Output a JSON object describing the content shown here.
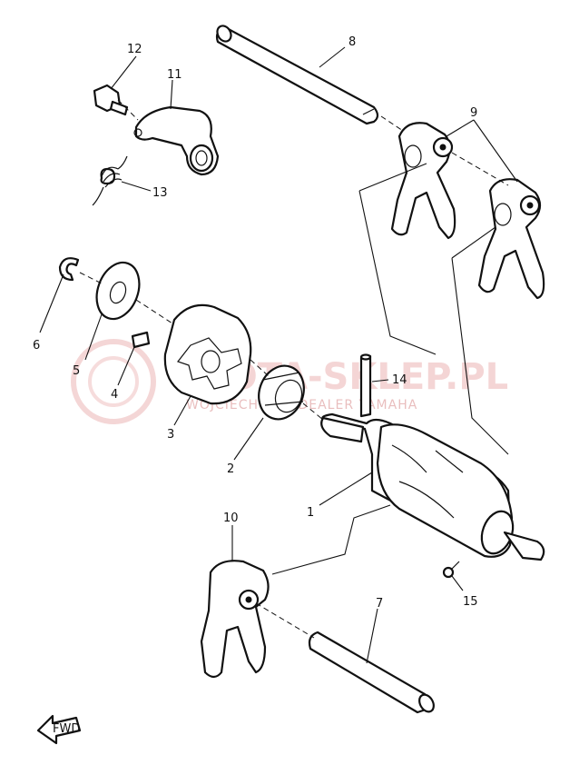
{
  "diagram": {
    "callouts": [
      {
        "id": "c1",
        "text": "1"
      },
      {
        "id": "c2",
        "text": "2"
      },
      {
        "id": "c3",
        "text": "3"
      },
      {
        "id": "c4",
        "text": "4"
      },
      {
        "id": "c5",
        "text": "5"
      },
      {
        "id": "c6",
        "text": "6"
      },
      {
        "id": "c7",
        "text": "7"
      },
      {
        "id": "c8",
        "text": "8"
      },
      {
        "id": "c9",
        "text": "9"
      },
      {
        "id": "c10",
        "text": "10"
      },
      {
        "id": "c11",
        "text": "11"
      },
      {
        "id": "c12",
        "text": "12"
      },
      {
        "id": "c13",
        "text": "13"
      },
      {
        "id": "c14",
        "text": "14"
      },
      {
        "id": "c15",
        "text": "15"
      }
    ],
    "fwd_label": "FWD",
    "watermark": {
      "title": "MOTA-SKLEP.PL",
      "subtitle": "WOJCIECH    CZ | DEALER YAMAHA",
      "color": "#e08a8a"
    }
  }
}
